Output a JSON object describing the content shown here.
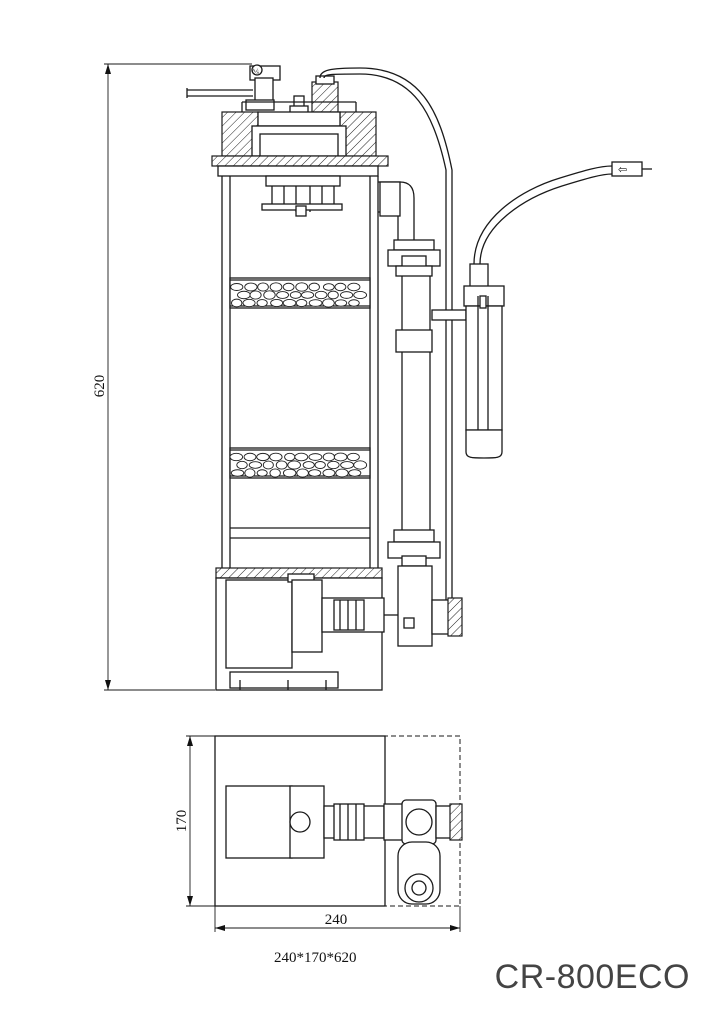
{
  "dimensions": {
    "height": "620",
    "depth": "170",
    "width": "240",
    "overall": "240*170*620"
  },
  "model_name": "CR-800ECO",
  "icons": {
    "valve_symbol": "flow-control-symbol",
    "inlet_arrow": "arrow-left-icon"
  }
}
